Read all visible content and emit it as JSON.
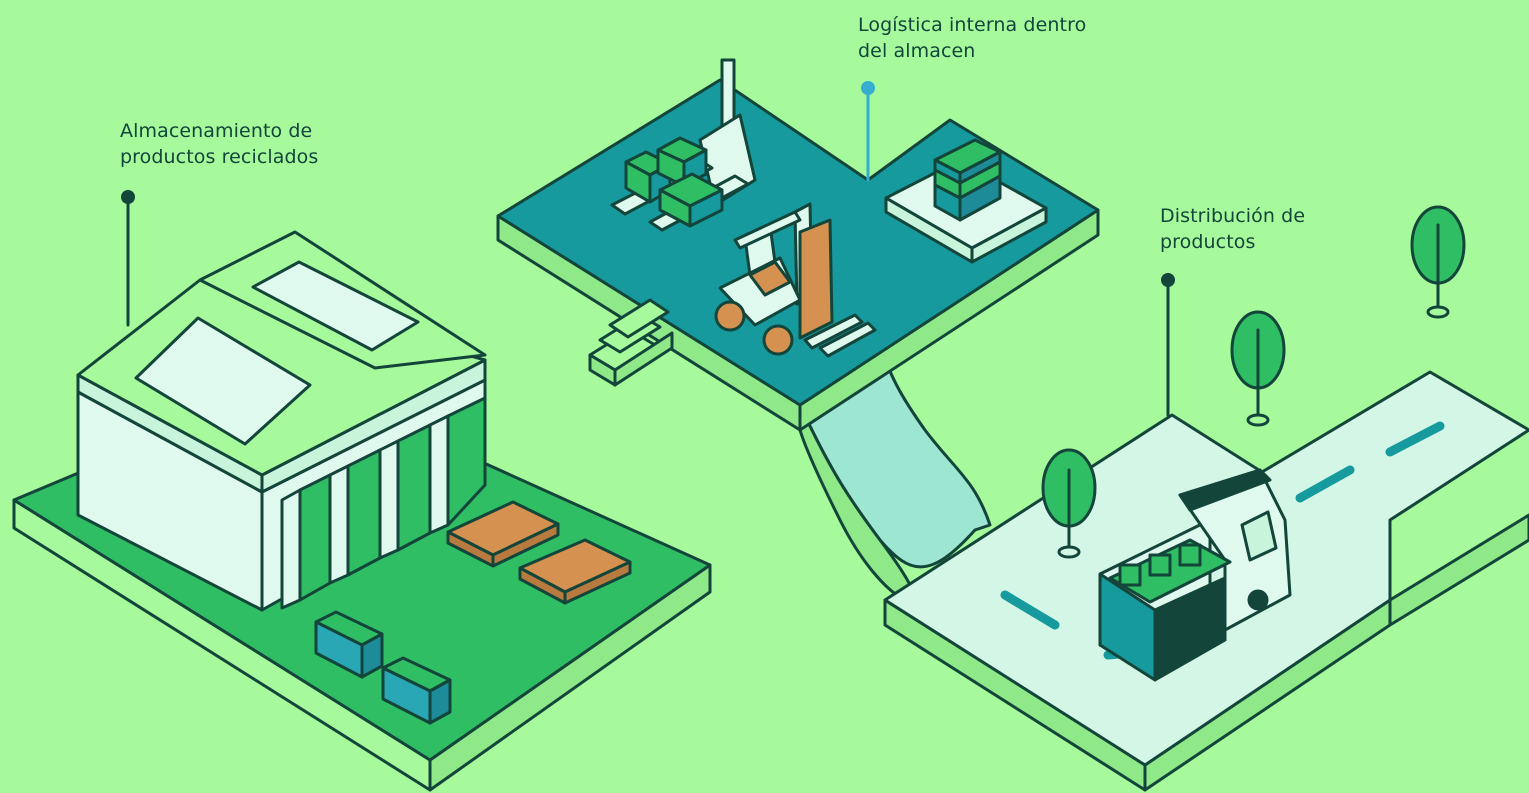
{
  "labels": {
    "storage": {
      "line1": "Almacenamiento de",
      "line2": "productos reciclados",
      "marker_color": "#13453a"
    },
    "internal_logistics": {
      "line1": "Logística interna dentro",
      "line2": "del almacen",
      "marker_color": "#35aed0"
    },
    "distribution": {
      "line1": "Distribución de",
      "line2": "productos",
      "marker_color": "#13453a"
    }
  },
  "colors": {
    "background": "#a6fa9c",
    "outline": "#13453a",
    "warehouse_ground": "#2fbe63",
    "logistics_floor": "#169a9d",
    "road": "#d4f6e6",
    "building_wall": "#e0f9ee",
    "pallet": "#d4914f",
    "box_green": "#2fbe63",
    "box_blue": "#2aa7b5",
    "forklift_orange": "#d4914f",
    "tree": "#2fbe63",
    "truck_cab": "#13453a"
  },
  "icons": [
    "warehouse-icon",
    "forklift-icon",
    "pallet-jack-icon",
    "stairs-icon",
    "truck-icon",
    "tree-icon",
    "pallet-icon",
    "box-icon"
  ]
}
